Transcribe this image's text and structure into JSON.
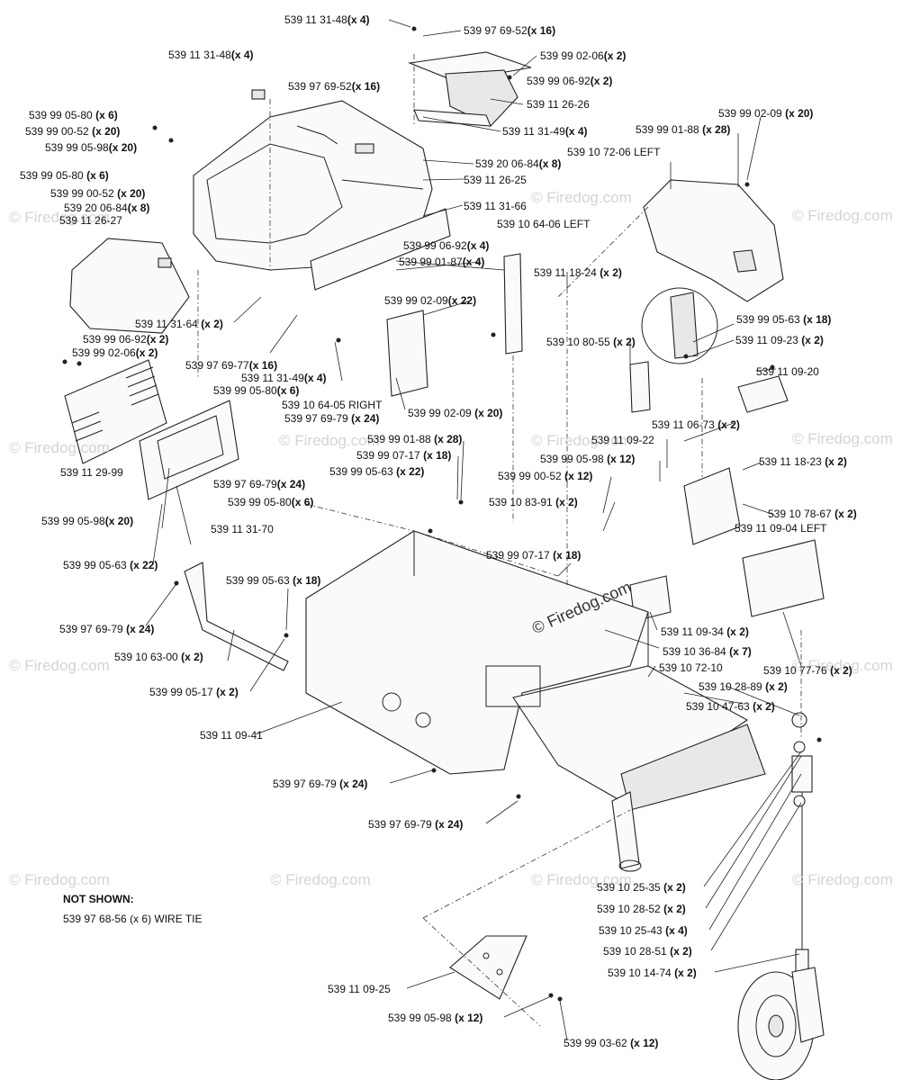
{
  "watermark": "© Firedog.com",
  "center_watermark": "© Firedog.com",
  "not_shown": {
    "title": "NOT SHOWN:",
    "line": "539 97 68-56 (x 6)  WIRE TIE"
  },
  "labels": [
    {
      "id": "l1",
      "pn": "539 11 31-48",
      "qty": "(x 4)"
    },
    {
      "id": "l2",
      "pn": "539 97 69-52",
      "qty": "(x 16)"
    },
    {
      "id": "l3",
      "pn": "539 99 02-06",
      "qty": "(x 2)"
    },
    {
      "id": "l4",
      "pn": "539 99 06-92",
      "qty": "(x 2)"
    },
    {
      "id": "l5",
      "pn": "539 11 31-48",
      "qty": "(x 4)"
    },
    {
      "id": "l6",
      "pn": "539 97 69-52",
      "qty": "(x 16)"
    },
    {
      "id": "l7",
      "pn": "539 11 26-26",
      "qty": ""
    },
    {
      "id": "l8",
      "pn": "539 99 05-80",
      "qty": "(x 6)"
    },
    {
      "id": "l9",
      "pn": "539 99 00-52",
      "qty": "(x 20)"
    },
    {
      "id": "l10",
      "pn": "539 99 05-98",
      "qty": "(x 20)"
    },
    {
      "id": "l11",
      "pn": "539 11 31-49",
      "qty": "(x 4)"
    },
    {
      "id": "l12",
      "pn": "539 99 02-09",
      "qty": "(x 20)"
    },
    {
      "id": "l13",
      "pn": "539 99 01-88",
      "qty": "(x 28)"
    },
    {
      "id": "l14",
      "pn": "539 10 72-06 LEFT",
      "qty": ""
    },
    {
      "id": "l15",
      "pn": "539 20 06-84",
      "qty": "(x 8)"
    },
    {
      "id": "l16",
      "pn": "539 11 26-25",
      "qty": ""
    },
    {
      "id": "l17",
      "pn": "539 99 05-80",
      "qty": "(x 6)"
    },
    {
      "id": "l18",
      "pn": "539 99 00-52",
      "qty": "(x 20)"
    },
    {
      "id": "l19",
      "pn": "539 20 06-84",
      "qty": "(x 8)"
    },
    {
      "id": "l20",
      "pn": "539 11 26-27",
      "qty": ""
    },
    {
      "id": "l21",
      "pn": "539 11 31-66",
      "qty": ""
    },
    {
      "id": "l22",
      "pn": "539 10 64-06 LEFT",
      "qty": ""
    },
    {
      "id": "l23",
      "pn": "539 99 06-92",
      "qty": "(x 4)"
    },
    {
      "id": "l24",
      "pn": "539 99 01-87",
      "qty": "(x 4)"
    },
    {
      "id": "l25",
      "pn": "539 11 18-24",
      "qty": "(x 2)"
    },
    {
      "id": "l26",
      "pn": "539 99 02-09",
      "qty": "(x 22)"
    },
    {
      "id": "l27",
      "pn": "539 99 05-63",
      "qty": "(x 18)"
    },
    {
      "id": "l28",
      "pn": "539 11 31-64",
      "qty": "(x 2)"
    },
    {
      "id": "l29",
      "pn": "539 99 06-92",
      "qty": "(x 2)"
    },
    {
      "id": "l30",
      "pn": "539 10 80-55",
      "qty": "(x 2)"
    },
    {
      "id": "l31",
      "pn": "539 11 09-23",
      "qty": "(x 2)"
    },
    {
      "id": "l32",
      "pn": "539 99 02-06",
      "qty": "(x 2)"
    },
    {
      "id": "l33",
      "pn": "539 97 69-77",
      "qty": "(x 16)"
    },
    {
      "id": "l34",
      "pn": "539 11 09-20",
      "qty": ""
    },
    {
      "id": "l35",
      "pn": "539 11 31-49",
      "qty": "(x 4)"
    },
    {
      "id": "l36",
      "pn": "539 99 05-80",
      "qty": "(x 6)"
    },
    {
      "id": "l37",
      "pn": "539 10 64-05 RIGHT",
      "qty": ""
    },
    {
      "id": "l38",
      "pn": "539 97 69-79",
      "qty": "(x 24)"
    },
    {
      "id": "l39",
      "pn": "539 99 02-09",
      "qty": "(x 20)"
    },
    {
      "id": "l40",
      "pn": "539 11 06-73",
      "qty": "(x 2)"
    },
    {
      "id": "l41",
      "pn": "539 99 01-88",
      "qty": "(x 28)"
    },
    {
      "id": "l42",
      "pn": "539 11 09-22",
      "qty": ""
    },
    {
      "id": "l43",
      "pn": "539 99 07-17",
      "qty": "(x 18)"
    },
    {
      "id": "l44",
      "pn": "539 99 05-98",
      "qty": "(x 12)"
    },
    {
      "id": "l45",
      "pn": "539 11 18-23",
      "qty": "(x 2)"
    },
    {
      "id": "l46",
      "pn": "539 11 29-99",
      "qty": ""
    },
    {
      "id": "l47",
      "pn": "539 99 05-63",
      "qty": "(x 22)"
    },
    {
      "id": "l48",
      "pn": "539 97 69-79",
      "qty": "(x 24)"
    },
    {
      "id": "l49",
      "pn": "539 99 00-52",
      "qty": "(x 12)"
    },
    {
      "id": "l50",
      "pn": "539 99 05-80",
      "qty": "(x 6)"
    },
    {
      "id": "l51",
      "pn": "539 10 83-91",
      "qty": "(x 2)"
    },
    {
      "id": "l52",
      "pn": "539 10 78-67",
      "qty": "(x 2)"
    },
    {
      "id": "l53",
      "pn": "539 99 05-98",
      "qty": "(x 20)"
    },
    {
      "id": "l54",
      "pn": "539 11 31-70",
      "qty": ""
    },
    {
      "id": "l55",
      "pn": "539 11 09-04 LEFT",
      "qty": ""
    },
    {
      "id": "l56",
      "pn": "539 99 07-17",
      "qty": "(x 18)"
    },
    {
      "id": "l57",
      "pn": "539 99 05-63",
      "qty": "(x 22)"
    },
    {
      "id": "l58",
      "pn": "539 99 05-63",
      "qty": "(x 18)"
    },
    {
      "id": "l59",
      "pn": "539 11 09-34",
      "qty": "(x 2)"
    },
    {
      "id": "l60",
      "pn": "539 97 69-79",
      "qty": "(x 24)"
    },
    {
      "id": "l61",
      "pn": "539 10 36-84",
      "qty": "(x 7)"
    },
    {
      "id": "l62",
      "pn": "539 10 63-00",
      "qty": "(x 2)"
    },
    {
      "id": "l63",
      "pn": "539 10 72-10",
      "qty": ""
    },
    {
      "id": "l64",
      "pn": "539 10 77-76",
      "qty": "(x 2)"
    },
    {
      "id": "l65",
      "pn": "539 99 05-17",
      "qty": "(x 2)"
    },
    {
      "id": "l66",
      "pn": "539 10 28-89",
      "qty": "(x 2)"
    },
    {
      "id": "l67",
      "pn": "539 10 47-63",
      "qty": "(x 2)"
    },
    {
      "id": "l68",
      "pn": "539 11 09-41",
      "qty": ""
    },
    {
      "id": "l69",
      "pn": "539 97 69-79",
      "qty": "(x 24)"
    },
    {
      "id": "l70",
      "pn": "539 97 69-79",
      "qty": "(x 24)"
    },
    {
      "id": "l71",
      "pn": "539 10 25-35",
      "qty": "(x 2)"
    },
    {
      "id": "l72",
      "pn": "539 10 28-52",
      "qty": "(x 2)"
    },
    {
      "id": "l73",
      "pn": "539 10 25-43",
      "qty": "(x 4)"
    },
    {
      "id": "l74",
      "pn": "539 10 28-51",
      "qty": "(x 2)"
    },
    {
      "id": "l75",
      "pn": "539 10 14-74",
      "qty": "(x 2)"
    },
    {
      "id": "l76",
      "pn": "539 11 09-25",
      "qty": ""
    },
    {
      "id": "l77",
      "pn": "539 99 05-98",
      "qty": "(x 12)"
    },
    {
      "id": "l78",
      "pn": "539 99 03-62",
      "qty": "(x 12)"
    }
  ]
}
